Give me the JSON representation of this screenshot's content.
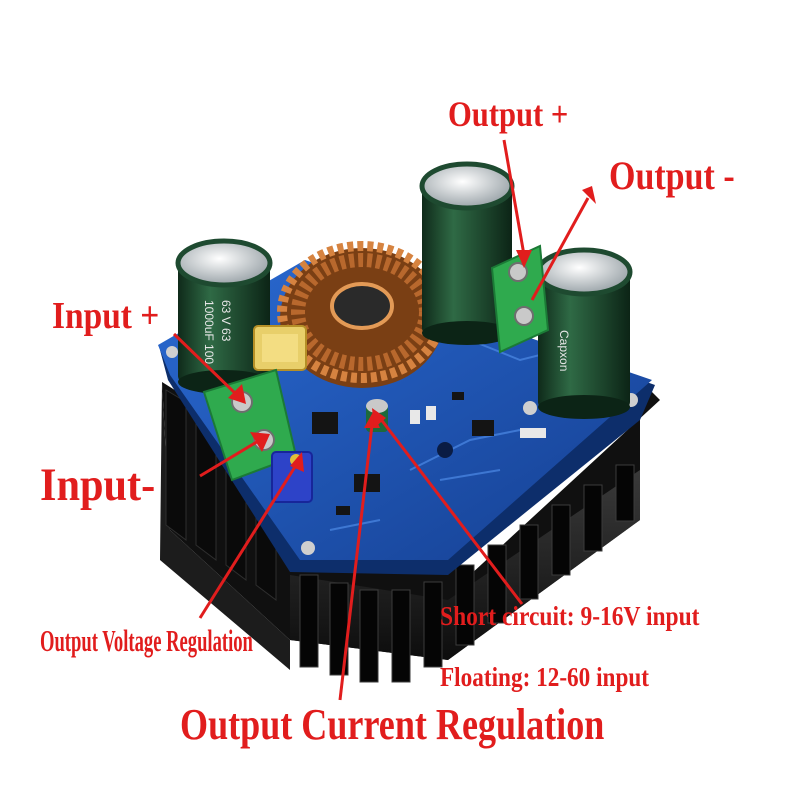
{
  "colors": {
    "label_red": "#e11d1d",
    "pcb_blue": "#1f56b8",
    "heatsink": "#161616",
    "terminal_green": "#2faa4e",
    "capacitor_green": "#1e4a30",
    "copper": "#b8682d"
  },
  "labels": {
    "output_plus": "Output +",
    "output_minus": "Output -",
    "input_plus": "Input +",
    "input_minus": "Input-",
    "output_voltage_regulation": "Output Voltage Regulation",
    "output_current_regulation": "Output Current Regulation",
    "short_circuit": "Short circuit: 9-16V input",
    "floating": "Floating: 12-60 input"
  },
  "capacitor_left": {
    "line1": "1000uF 100",
    "line2": "63 V 63"
  },
  "capacitor_right": {
    "line1": "Capxon"
  }
}
